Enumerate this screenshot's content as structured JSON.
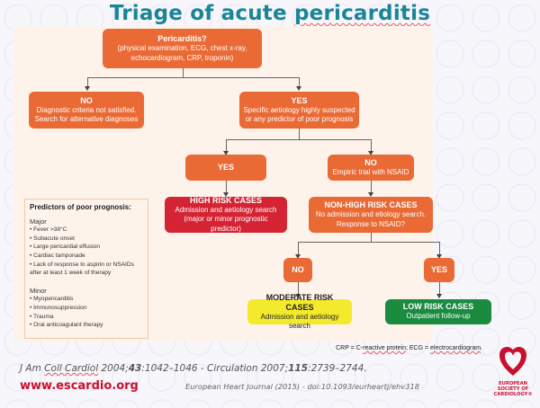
{
  "title": {
    "prefix": "Triage of acute ",
    "highlighted": "pericarditis"
  },
  "flowchart": {
    "start": {
      "heading": "Pericarditis?",
      "text": "(physical examination, ECG, chest x-ray, echocardiogram, CRP, troponin)"
    },
    "no_diag": {
      "heading": "NO",
      "text": "Diagnostic criteria not satisfied. Search for alternative diagnoses"
    },
    "yes_specific": {
      "heading": "YES",
      "text": "Specific aetiology highly suspected or any predictor of poor prognosis"
    },
    "yes2": {
      "heading": "YES"
    },
    "no_empiric": {
      "heading": "NO",
      "text": "Empiric trial with NSAID"
    },
    "high_risk": {
      "heading": "HIGH RISK CASES",
      "text": "Admission and aetiology search (major or minor prognostic predictor)"
    },
    "non_high_risk": {
      "heading": "NON-HIGH RISK CASES",
      "text": "No admission and etiology search. Response to NSAID?"
    },
    "no3": {
      "heading": "NO"
    },
    "yes3": {
      "heading": "YES"
    },
    "moderate_risk": {
      "heading": "MODERATE RISK CASES",
      "text": "Admission and aetiology search"
    },
    "low_risk": {
      "heading": "LOW RISK CASES",
      "text": "Outpatient follow-up"
    }
  },
  "colors": {
    "orange": "#ea6a35",
    "red": "#d42434",
    "yellow": "#f4ea2c",
    "green": "#1a8b3f",
    "title": "#1a8597",
    "esc_red": "#c8102e"
  },
  "predictors": {
    "heading": "Predictors of poor prognosis:",
    "major_label": "Major",
    "major": [
      "Fever >38°C",
      "Subacute onset",
      "Large pericardial effusion",
      "Cardiac tamponade",
      "Lack of response to aspirin or NSAIDs after at least 1 week of therapy"
    ],
    "minor_label": "Minor",
    "minor": [
      "Myopericarditis",
      "Immunosuppression",
      "Trauma",
      "Oral anticoagulant therapy"
    ]
  },
  "footer": {
    "abbreviations": {
      "part1": "CRP = C-",
      "w1": "reactive protein",
      "part2": "; ECG = ",
      "w2": "electrocardiogram",
      "part3": "."
    },
    "citation": {
      "p1": "J Am ",
      "w1": "Coll Cardiol",
      "p2": " 2004;",
      "b1": "43",
      "p3": ":1042–1046 - Circulation 2007;",
      "b2": "115",
      "p4": ":2739–2744."
    },
    "url": "www.escardio.org",
    "doi": "European Heart Journal (2015) - doi:10.1093/eurheartj/ehv318",
    "logo_lines": [
      "EUROPEAN",
      "SOCIETY OF",
      "CARDIOLOGY®"
    ]
  }
}
